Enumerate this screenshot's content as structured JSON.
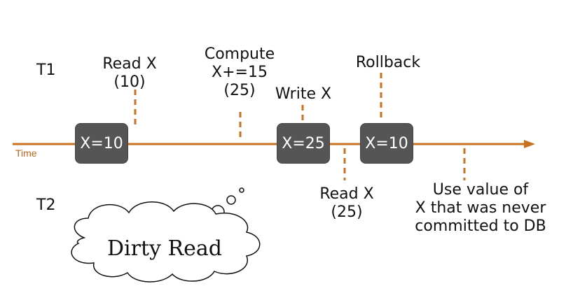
{
  "diagram": {
    "t1_label": "T1",
    "t2_label": "T2",
    "time_label": "Time",
    "colors": {
      "timeline": "#c8711f",
      "box": "#555555",
      "text": "#111111"
    },
    "boxes": [
      {
        "id": "box1",
        "text": "X=10"
      },
      {
        "id": "box2",
        "text": "X=25"
      },
      {
        "id": "box3",
        "text": "X=10"
      }
    ],
    "t1_events": [
      {
        "id": "read1",
        "text": "Read X\n(10)"
      },
      {
        "id": "compute",
        "text": "Compute\nX+=15\n(25)"
      },
      {
        "id": "write",
        "text": "Write X"
      },
      {
        "id": "rollback",
        "text": "Rollback"
      }
    ],
    "t2_events": [
      {
        "id": "read2",
        "text": "Read X\n(25)"
      },
      {
        "id": "use",
        "text": "Use value of\nX that was never\ncommitted to DB"
      }
    ],
    "callout": {
      "text": "Dirty Read"
    }
  }
}
